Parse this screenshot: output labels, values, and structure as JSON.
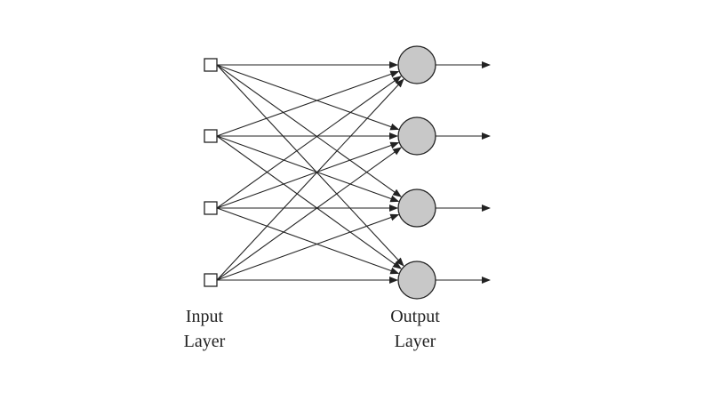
{
  "diagram": {
    "type": "fully-connected-network",
    "input_layer": {
      "label_line1": "Input",
      "label_line2": "Layer",
      "node_count": 4,
      "node_shape": "square"
    },
    "output_layer": {
      "label_line1": "Output",
      "label_line2": "Layer",
      "node_count": 4,
      "node_shape": "circle",
      "fill_color": "#c8c8c8"
    },
    "line_color": "#222222",
    "connections": "all-to-all"
  }
}
